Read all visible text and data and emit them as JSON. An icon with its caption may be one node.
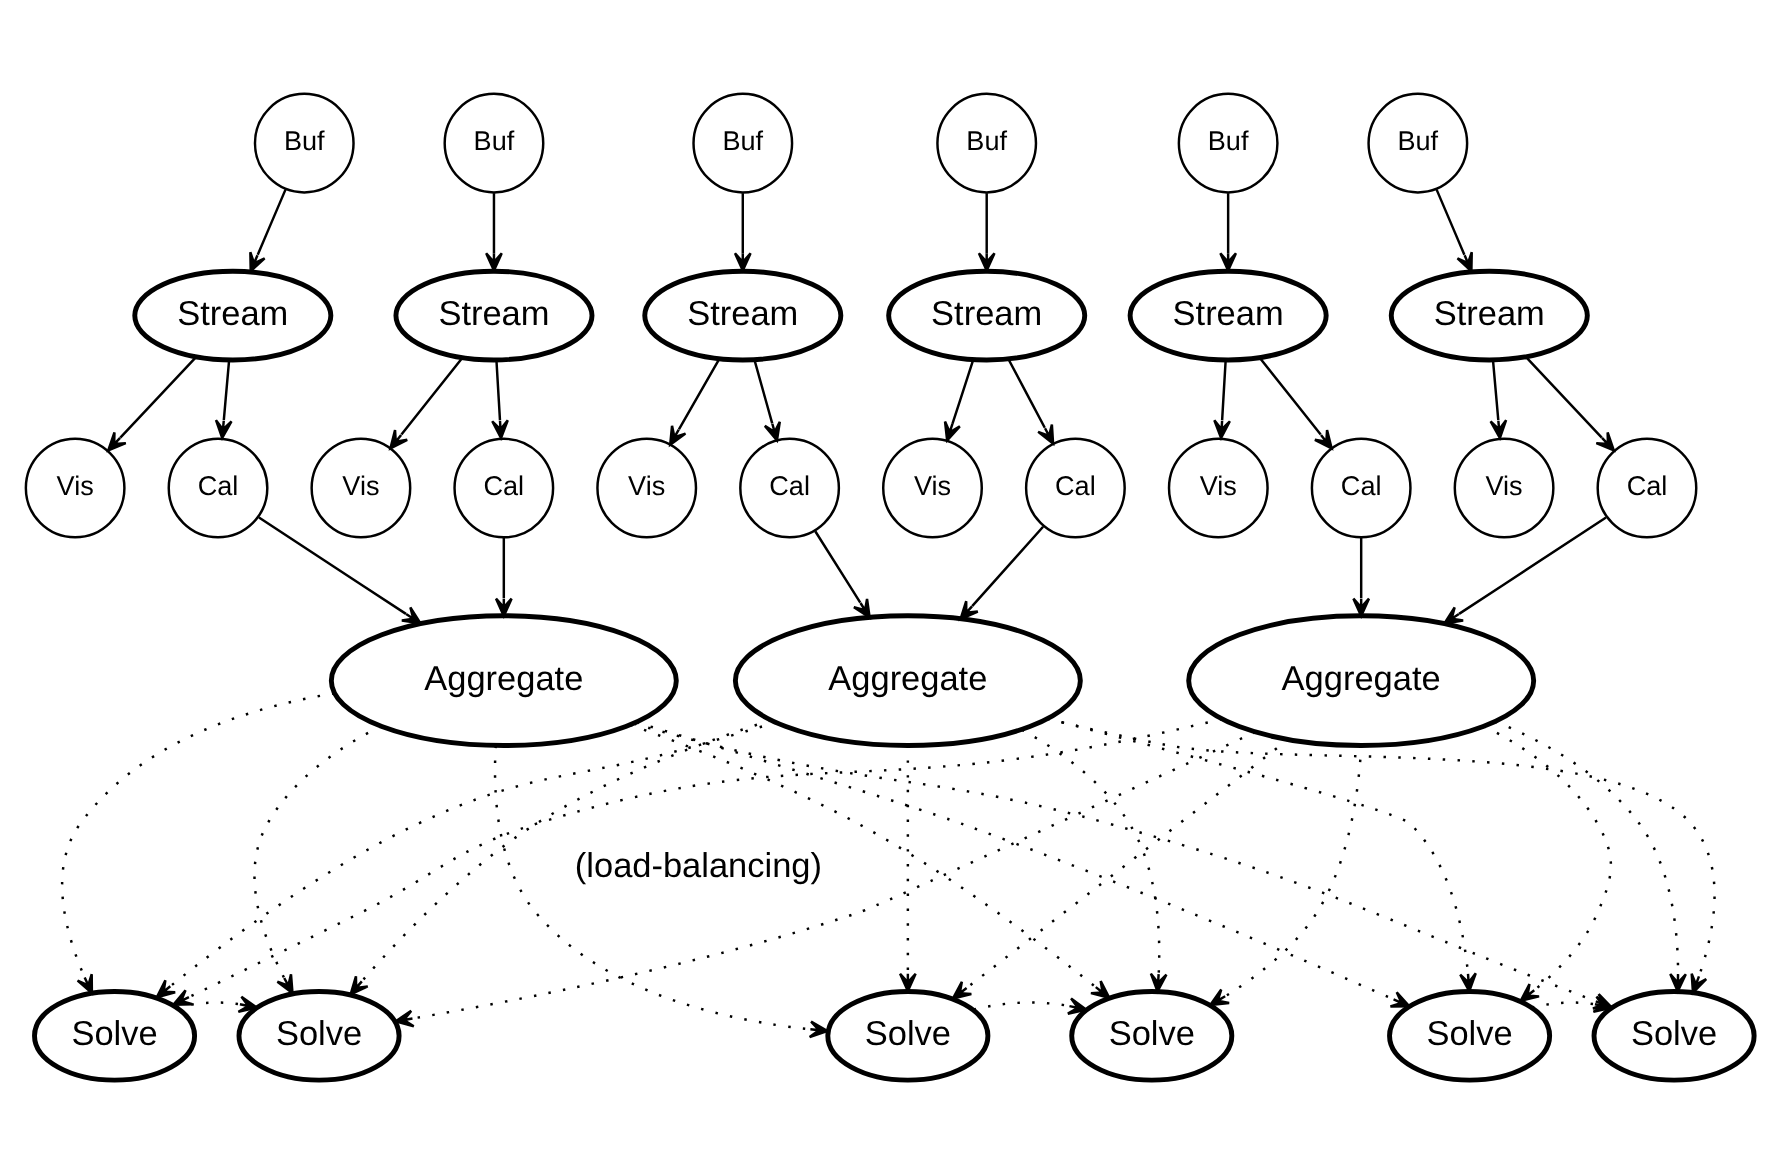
{
  "diagram": {
    "nodes": [
      {
        "text": [
          "Buf"
        ]
      },
      {
        "text": [
          "Buf"
        ]
      },
      {
        "text": [
          "Buf"
        ]
      },
      {
        "text": [
          "Buf"
        ]
      },
      {
        "text": [
          "Buf"
        ]
      },
      {
        "text": [
          "Buf"
        ]
      },
      {
        "text": [
          "Stream"
        ]
      },
      {
        "text": [
          "Stream"
        ]
      },
      {
        "text": [
          "Stream"
        ]
      },
      {
        "text": [
          "Stream"
        ]
      },
      {
        "text": [
          "Stream"
        ]
      },
      {
        "text": [
          "Stream"
        ]
      },
      {
        "text": [
          "Vis"
        ]
      },
      {
        "text": [
          "Cal"
        ]
      },
      {
        "text": [
          "Vis"
        ]
      },
      {
        "text": [
          "Cal"
        ]
      },
      {
        "text": [
          "Vis"
        ]
      },
      {
        "text": [
          "Cal"
        ]
      },
      {
        "text": [
          "Vis"
        ]
      },
      {
        "text": [
          "Cal"
        ]
      },
      {
        "text": [
          "Vis"
        ]
      },
      {
        "text": [
          "Cal"
        ]
      },
      {
        "text": [
          "Vis"
        ]
      },
      {
        "text": [
          "Cal"
        ]
      },
      {
        "text": [
          "Aggregate"
        ]
      },
      {
        "text": [
          "Aggregate"
        ]
      },
      {
        "text": [
          "Aggregate"
        ]
      },
      {
        "text": [
          "Solve"
        ]
      },
      {
        "text": [
          "Solve"
        ]
      },
      {
        "text": [
          "Solve"
        ]
      },
      {
        "text": [
          "Solve"
        ]
      },
      {
        "text": [
          "Solve"
        ]
      },
      {
        "text": [
          "Solve"
        ]
      }
    ],
    "edges": [
      {
        "from": 0,
        "to": 6,
        "arrow": "to"
      },
      {
        "from": 1,
        "to": 7,
        "arrow": "to"
      },
      {
        "from": 2,
        "to": 8,
        "arrow": "to"
      },
      {
        "from": 3,
        "to": 9,
        "arrow": "to"
      },
      {
        "from": 4,
        "to": 10,
        "arrow": "to"
      },
      {
        "from": 5,
        "to": 11,
        "arrow": "to"
      },
      {
        "from": 6,
        "to": 12,
        "arrow": "to"
      },
      {
        "from": 6,
        "to": 13,
        "arrow": "to"
      },
      {
        "from": 7,
        "to": 14,
        "arrow": "to"
      },
      {
        "from": 7,
        "to": 15,
        "arrow": "to"
      },
      {
        "from": 8,
        "to": 16,
        "arrow": "to"
      },
      {
        "from": 8,
        "to": 17,
        "arrow": "to"
      },
      {
        "from": 9,
        "to": 18,
        "arrow": "to"
      },
      {
        "from": 9,
        "to": 19,
        "arrow": "to"
      },
      {
        "from": 10,
        "to": 20,
        "arrow": "to"
      },
      {
        "from": 10,
        "to": 21,
        "arrow": "to"
      },
      {
        "from": 11,
        "to": 22,
        "arrow": "to"
      },
      {
        "from": 11,
        "to": 23,
        "arrow": "to"
      },
      {
        "from": 13,
        "to": 24,
        "arrow": "to"
      },
      {
        "from": 15,
        "to": 24,
        "arrow": "to"
      },
      {
        "from": 17,
        "to": 25,
        "arrow": "to"
      },
      {
        "from": 19,
        "to": 25,
        "arrow": "to"
      },
      {
        "from": 21,
        "to": 26,
        "arrow": "to"
      },
      {
        "from": 23,
        "to": 26,
        "arrow": "to"
      },
      {
        "from": 24,
        "to": 27,
        "arrow": "to",
        "style": "dashed"
      },
      {
        "from": 24,
        "to": 28,
        "arrow": "to",
        "style": "dashed"
      },
      {
        "from": 24,
        "to": 29,
        "arrow": "to",
        "style": "dashed"
      },
      {
        "from": 24,
        "to": 30,
        "arrow": "to",
        "style": "dashed"
      },
      {
        "from": 24,
        "to": 31,
        "arrow": "to",
        "style": "dashed"
      },
      {
        "from": 24,
        "to": 32,
        "arrow": "to",
        "style": "dashed"
      },
      {
        "from": 25,
        "to": 27,
        "arrow": "to",
        "style": "dashed"
      },
      {
        "from": 25,
        "to": 28,
        "arrow": "to",
        "style": "dashed"
      },
      {
        "from": 25,
        "to": 29,
        "arrow": "to",
        "style": "dashed"
      },
      {
        "from": 25,
        "to": 30,
        "arrow": "to",
        "style": "dashed"
      },
      {
        "from": 25,
        "to": 31,
        "arrow": "to",
        "style": "dashed"
      },
      {
        "from": 25,
        "to": 32,
        "arrow": "to",
        "style": "dashed"
      },
      {
        "from": 26,
        "to": 27,
        "arrow": "to",
        "style": "dashed"
      },
      {
        "from": 26,
        "to": 28,
        "arrow": "to",
        "style": "dashed"
      },
      {
        "from": 26,
        "to": 29,
        "arrow": "to",
        "style": "dashed"
      },
      {
        "from": 26,
        "to": 30,
        "arrow": "to",
        "style": "dashed"
      },
      {
        "from": 26,
        "to": 31,
        "arrow": "to",
        "style": "dashed"
      },
      {
        "from": 26,
        "to": 32,
        "arrow": "to",
        "style": "dashed"
      },
      {
        "from": 27,
        "to": 28,
        "arrow": "to",
        "style": "dashed"
      },
      {
        "from": 29,
        "to": 30,
        "arrow": "to",
        "style": "dashed"
      },
      {
        "from": 31,
        "to": 32,
        "arrow": "to",
        "style": "dashed"
      }
    ],
    "labels": [
      "(load-balancing)"
    ]
  }
}
